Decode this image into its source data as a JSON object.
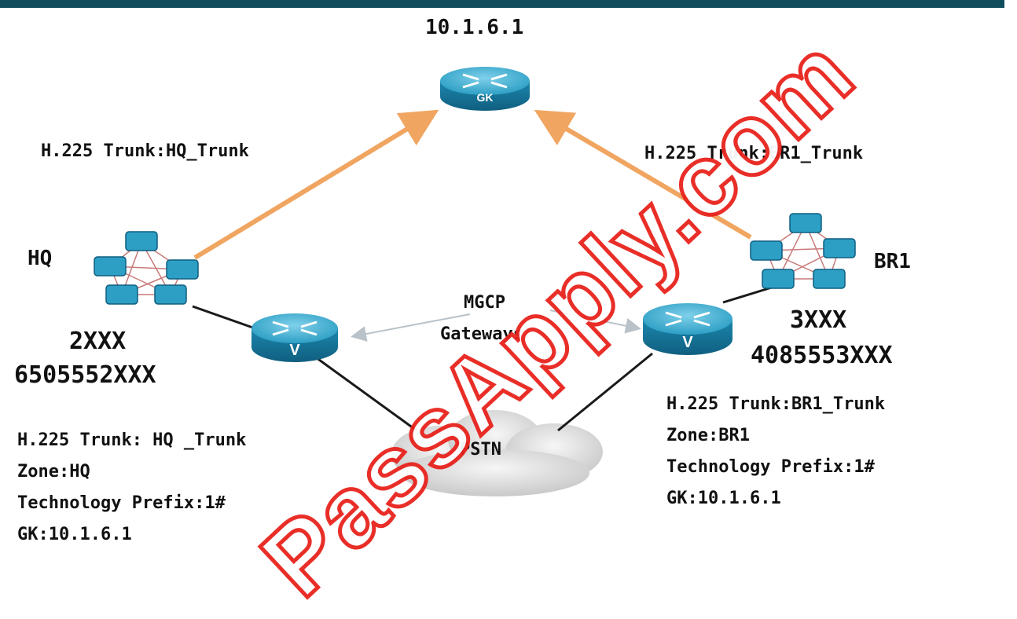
{
  "gatekeeper": {
    "ip": "10.1.6.1",
    "badge": "GK"
  },
  "trunks": {
    "hq_link_label": "H.225 Trunk:HQ_Trunk",
    "br1_link_label": "H.225 Trunk:BR1_Trunk"
  },
  "hq": {
    "name": "HQ",
    "ext": "2XXX",
    "did": "6505552XXX",
    "info": [
      "H.225 Trunk: HQ _Trunk",
      "Zone:HQ",
      "Technology Prefix:1#",
      "GK:10.1.6.1"
    ]
  },
  "br1": {
    "name": "BR1",
    "ext": "3XXX",
    "did": "4085553XXX",
    "info": [
      "H.225 Trunk:BR1_Trunk",
      "Zone:BR1",
      "Technology Prefix:1#",
      "GK:10.1.6.1"
    ]
  },
  "gateways": {
    "line1": "MGCP",
    "line2": "Gateways",
    "badge": "V"
  },
  "pstn": {
    "label": "PSTN"
  },
  "watermark": "PassApply.com",
  "colors": {
    "trunk_arrow": "#f0a561",
    "router_blue": "#2d9fc4",
    "watermark_red": "#e8231d",
    "top_bar": "#0f4c5c"
  }
}
